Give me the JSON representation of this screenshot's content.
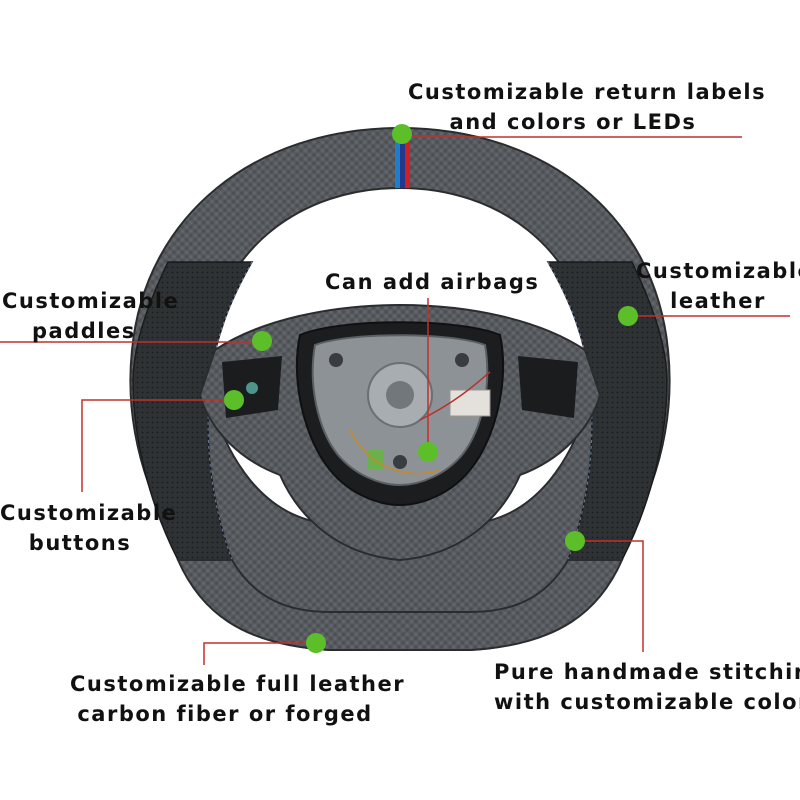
{
  "callouts": {
    "top": {
      "line1": "Customizable return labels",
      "line2": "and colors or LEDs"
    },
    "airbags": {
      "line1": "Can add airbags"
    },
    "leather": {
      "line1": "Customizable",
      "line2": "leather"
    },
    "paddles": {
      "line1": "Customizable",
      "line2": "paddles"
    },
    "buttons": {
      "line1": "Customizable",
      "line2": "buttons"
    },
    "stitching": {
      "line1": "Pure handmade stitching",
      "line2": "with customizable colors"
    },
    "full_leather": {
      "line1": "Customizable full leather",
      "line2": "carbon fiber or forged"
    }
  },
  "colors": {
    "marker": "#5cbf2a",
    "leader_line": "#c0302b",
    "stripe": [
      "#1e7ecb",
      "#233a8c",
      "#d21f26"
    ],
    "carbon": "#55595d",
    "leather": "#2e3133",
    "spoke_cavity": "#1c1d1f"
  },
  "icons": [
    "marker-dot",
    "steering-wheel-illustration"
  ]
}
